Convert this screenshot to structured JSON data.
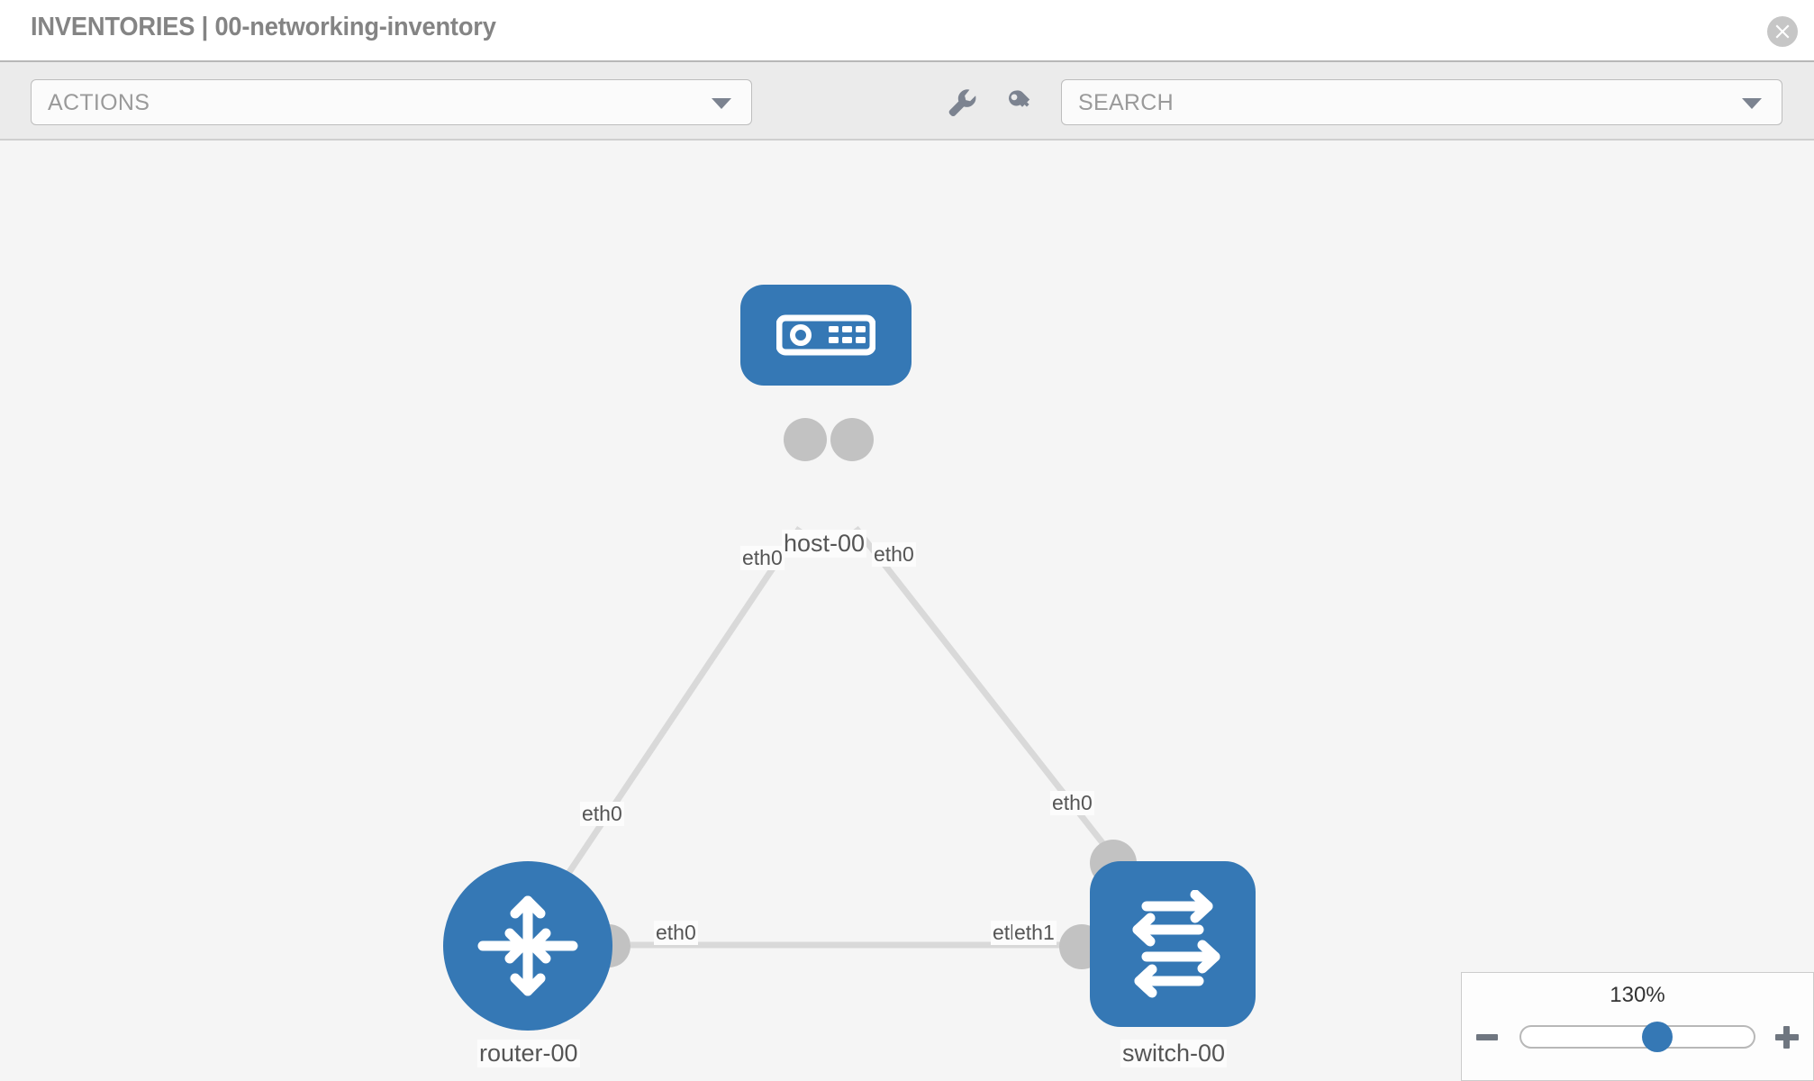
{
  "header": {
    "title": "INVENTORIES | 00-networking-inventory",
    "close_label": "close-icon"
  },
  "toolbar": {
    "actions_label": "ACTIONS",
    "search_placeholder": "SEARCH",
    "wrench_label": "wrench-icon",
    "key_label": "key-icon"
  },
  "topology": {
    "nodes": [
      {
        "id": "host-00",
        "label": "host-00",
        "type": "host",
        "shape": "rounded-rect",
        "color": "#3578b5"
      },
      {
        "id": "router-00",
        "label": "router-00",
        "type": "router",
        "shape": "circle",
        "color": "#3578b5"
      },
      {
        "id": "switch-00",
        "label": "switch-00",
        "type": "switch",
        "shape": "rounded-rect",
        "color": "#3578b5"
      }
    ],
    "links": [
      {
        "from": "host-00",
        "from_port": "eth0",
        "to": "router-00",
        "to_port": "eth0"
      },
      {
        "from": "host-00",
        "from_port": "eth0",
        "to": "switch-00",
        "to_port": "eth0"
      },
      {
        "from": "router-00",
        "from_port": "eth0",
        "to": "switch-00",
        "to_port": "eth1"
      }
    ],
    "edge_labels": {
      "host_left": "eth0",
      "host_right": "eth0",
      "router_top": "eth0",
      "switch_top": "eth0",
      "router_right": "eth0",
      "switch_left_occluded": "eth0",
      "switch_left": "eth1"
    }
  },
  "zoom": {
    "value": "130%",
    "percent": 60,
    "minus_label": "minus-icon",
    "plus_label": "plus-icon"
  },
  "colors": {
    "node_blue": "#3578b5",
    "canvas_bg": "#f5f5f5",
    "toolbar_bg": "#ebebeb",
    "edge_gray": "#d9d9d9",
    "port_gray": "#c2c2c2",
    "title_gray": "#848484"
  }
}
